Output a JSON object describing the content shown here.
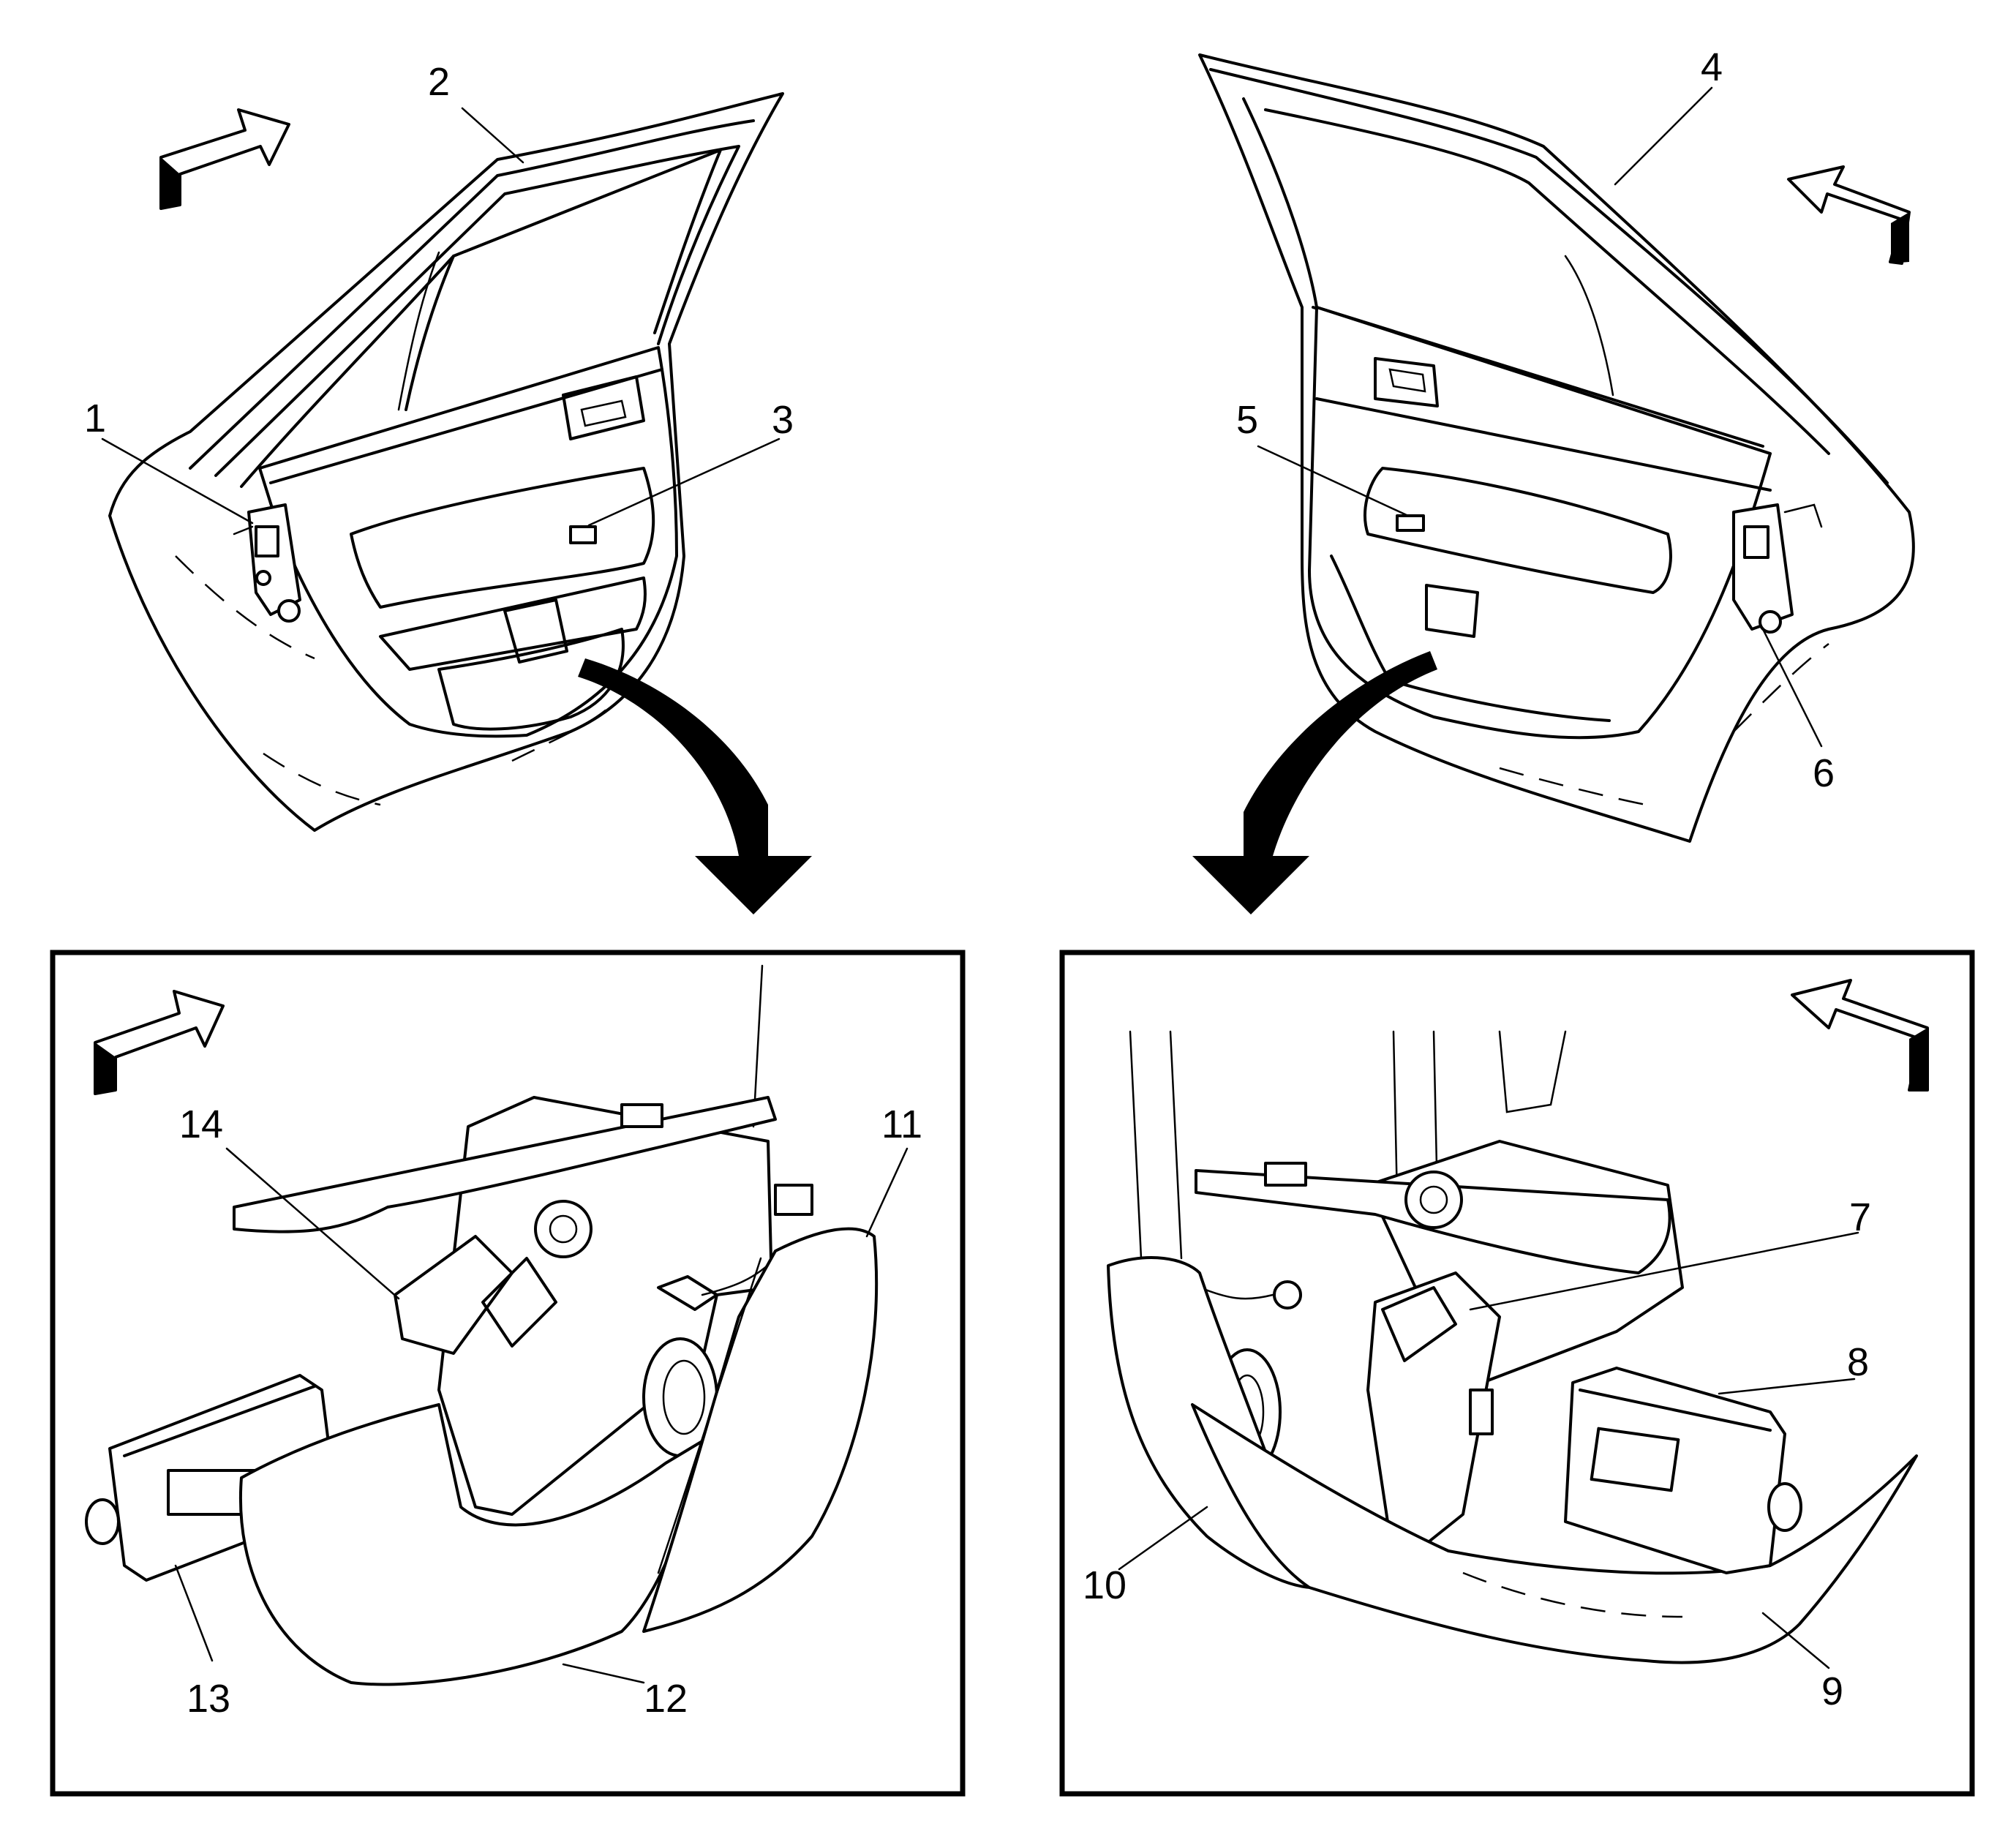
{
  "callouts": {
    "c1": "1",
    "c2": "2",
    "c3": "3",
    "c4": "4",
    "c5": "5",
    "c6": "6",
    "c7": "7",
    "c8": "8",
    "c9": "9",
    "c10": "10",
    "c11": "11",
    "c12": "12",
    "c13": "13",
    "c14": "14"
  },
  "icons": {
    "forward_arrow_left": "forward-arrow-icon",
    "forward_arrow_right": "forward-arrow-icon",
    "zoom_arrow": "curved-arrow-icon"
  },
  "colors": {
    "line": "#000000",
    "background": "#ffffff"
  }
}
